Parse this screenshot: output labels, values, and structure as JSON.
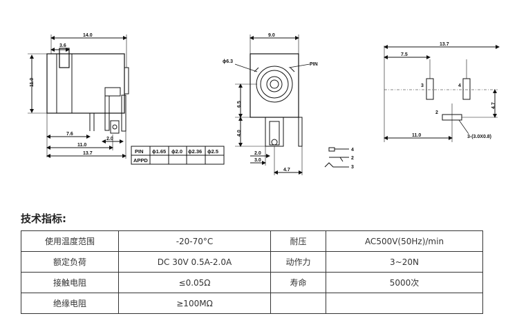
{
  "drawing": {
    "side_view": {
      "dims": {
        "total_width": "14.0",
        "top_offset": "3.6",
        "height": "11.0",
        "pin_offset": "7.6",
        "pin_span": "11.0",
        "overall": "13.7",
        "pin_gap": "2.0"
      }
    },
    "front_view": {
      "dims": {
        "width": "9.0",
        "hole_diameter": "ϕ6.3",
        "hole_height": "6.5",
        "lower_height": "4.0",
        "pin_width": "2.0",
        "pin_width2": "3.0",
        "pin_offset": "4.7"
      },
      "pin_label": "PIN"
    },
    "pin_table": {
      "header": [
        "PIN",
        "ϕ1.65",
        "ϕ2.0",
        "ϕ2.36",
        "ϕ2.5"
      ],
      "row_label": "APPD"
    },
    "schematic": {
      "pins": [
        "4",
        "2",
        "3"
      ]
    },
    "footprint": {
      "dims": {
        "width": "13.7",
        "offset": "7.5",
        "vertical": "4.7",
        "bottom": "11.0"
      },
      "pad_labels": [
        "3",
        "4",
        "2"
      ],
      "slot_label": "3-(3.0X0.8)"
    }
  },
  "spec": {
    "title": "技术指标:",
    "rows": [
      [
        "使用温度范围",
        "-20-70°C",
        "耐压",
        "AC500V(50Hz)/min"
      ],
      [
        "额定负荷",
        "DC 30V 0.5A-2.0A",
        "动作力",
        "3~20N"
      ],
      [
        "接触电阻",
        "≤0.05Ω",
        "寿命",
        "5000次"
      ],
      [
        "绝缘电阻",
        "≥100MΩ",
        "",
        ""
      ]
    ]
  }
}
